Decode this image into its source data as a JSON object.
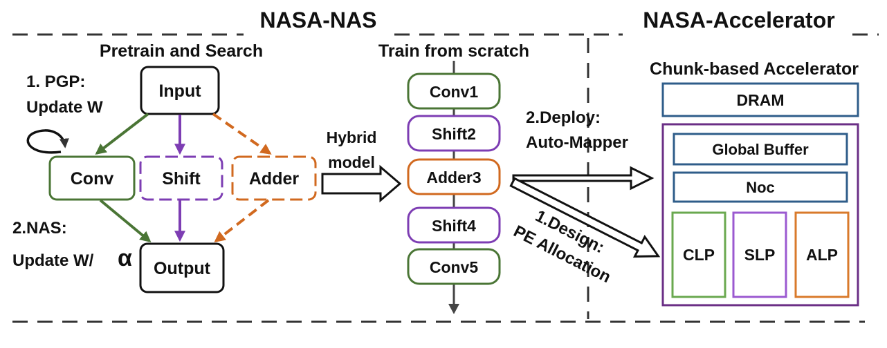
{
  "titles": {
    "nas": "NASA-NAS",
    "accelerator": "NASA-Accelerator"
  },
  "left": {
    "heading": "Pretrain and Search",
    "pgp_line1": "1. PGP:",
    "pgp_line2": "Update W",
    "nas_line1": "2.NAS:",
    "nas_line2": "Update W/",
    "alpha": "α",
    "input": "Input",
    "conv": "Conv",
    "shift": "Shift",
    "adder": "Adder",
    "output": "Output",
    "hybrid_line1": "Hybrid",
    "hybrid_line2": "model"
  },
  "middle": {
    "heading": "Train from scratch",
    "layers": [
      "Conv1",
      "Shift2",
      "Adder3",
      "Shift4",
      "Conv5"
    ]
  },
  "deploy": {
    "line1": "2.Deploy:",
    "line2": "Auto-Mapper"
  },
  "design": {
    "line1": "1.Design:",
    "line2": "PE Allocation"
  },
  "accelerator": {
    "heading": "Chunk-based Accelerator",
    "dram": "DRAM",
    "global_buffer": "Global Buffer",
    "noc": "Noc",
    "clp": "CLP",
    "slp": "SLP",
    "alp": "ALP"
  },
  "colors": {
    "conv": "#4a7535",
    "shift": "#7d3db3",
    "adder": "#d1691f",
    "accel_blue": "#2f5d8a",
    "accel_purple": "#6b2f86",
    "clp": "#6aa84f",
    "slp": "#9b59d0",
    "alp": "#d97a2b",
    "black": "#111111"
  }
}
